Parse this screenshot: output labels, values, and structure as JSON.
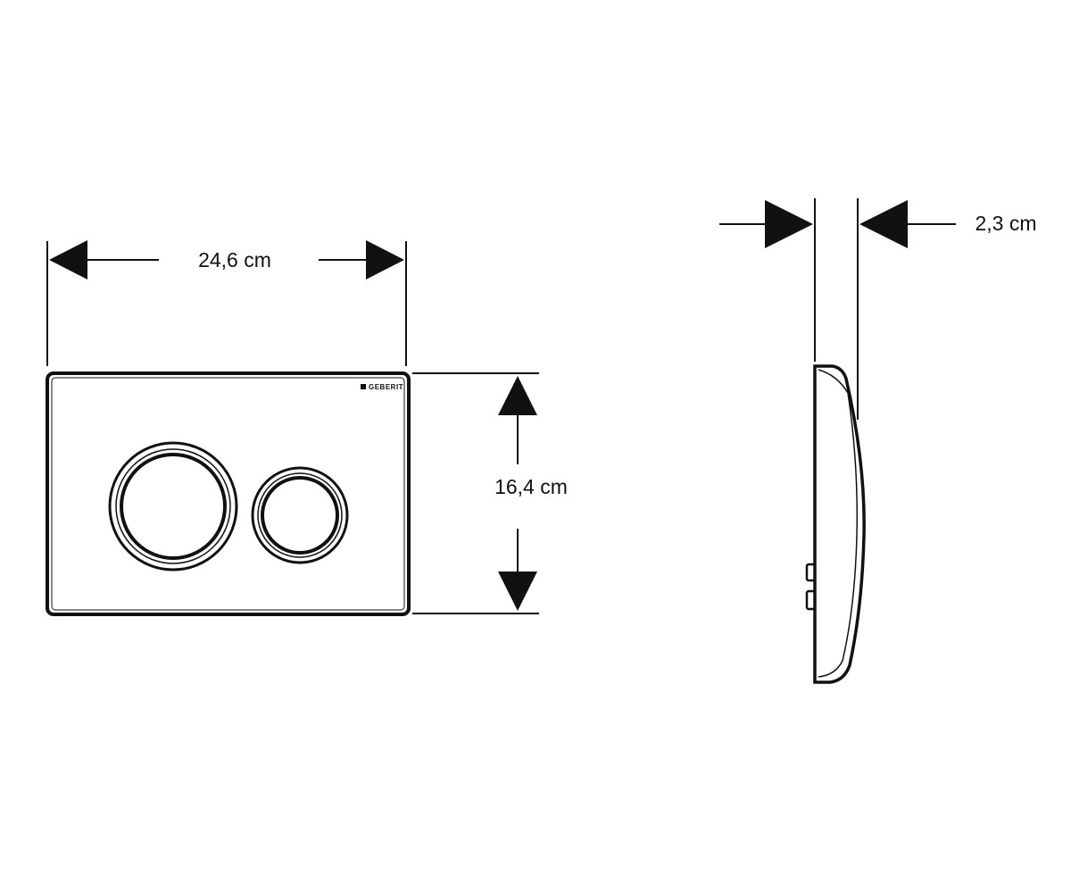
{
  "dimensions": {
    "width_label": "24,6 cm",
    "height_label": "16,4 cm",
    "depth_label": "2,3 cm"
  },
  "brand": {
    "logo_text": "GEBERIT"
  },
  "colors": {
    "line": "#111111",
    "background": "#ffffff"
  }
}
